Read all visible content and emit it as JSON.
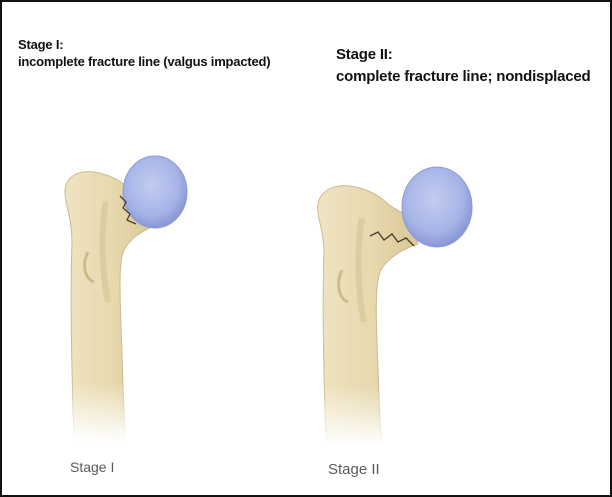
{
  "stage1": {
    "title": "Stage I:",
    "description": "incomplete fracture line (valgus impacted)",
    "caption": "Stage I"
  },
  "stage2": {
    "title": "Stage II:",
    "description": "complete fracture line; nondisplaced",
    "caption": "Stage II"
  },
  "colors": {
    "bone": "#e9dcb4",
    "bone_shadow": "#c9b98c",
    "femoral_head": "#a9b6e8",
    "femoral_head_shadow": "#7e8fd3",
    "fracture_line": "#4a4030",
    "border": "#111111"
  }
}
